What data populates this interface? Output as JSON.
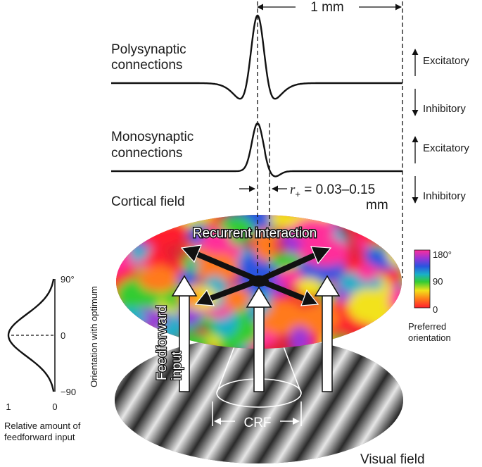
{
  "scale": {
    "label": "1 mm"
  },
  "profiles": {
    "polysynaptic": {
      "line1": "Polysynaptic",
      "line2": "connections"
    },
    "monosynaptic": {
      "line1": "Monosynaptic",
      "line2": "connections"
    },
    "excitatory_label": "Excitatory",
    "inhibitory_label": "Inhibitory"
  },
  "r_plus": {
    "symbol": "r",
    "subscript": "+",
    "value": " = 0.03–0.15",
    "unit": "mm"
  },
  "cortical_field": {
    "label": "Cortical field",
    "recurrent_label": "Recurrent interaction"
  },
  "colorbar": {
    "ticks": [
      "180°",
      "90",
      "0"
    ],
    "label_line1": "Preferred",
    "label_line2": "orientation",
    "colors": [
      "#ff1e2d",
      "#ff7a1a",
      "#f2e21a",
      "#33cc33",
      "#19b0c9",
      "#2a54e0",
      "#9b35d6",
      "#ff2e9a"
    ]
  },
  "feedforward": {
    "label_line1": "Feedforward",
    "label_line2": "input"
  },
  "tuning_curve": {
    "y_axis_label": "Orientation with optimum",
    "y_ticks": [
      "90°",
      "0",
      "−90"
    ],
    "x_ticks": [
      "1",
      "0"
    ],
    "caption_line1": "Relative amount of",
    "caption_line2": "feedforward input"
  },
  "visual_field": {
    "label": "Visual field",
    "crf_label": "CRF"
  }
}
